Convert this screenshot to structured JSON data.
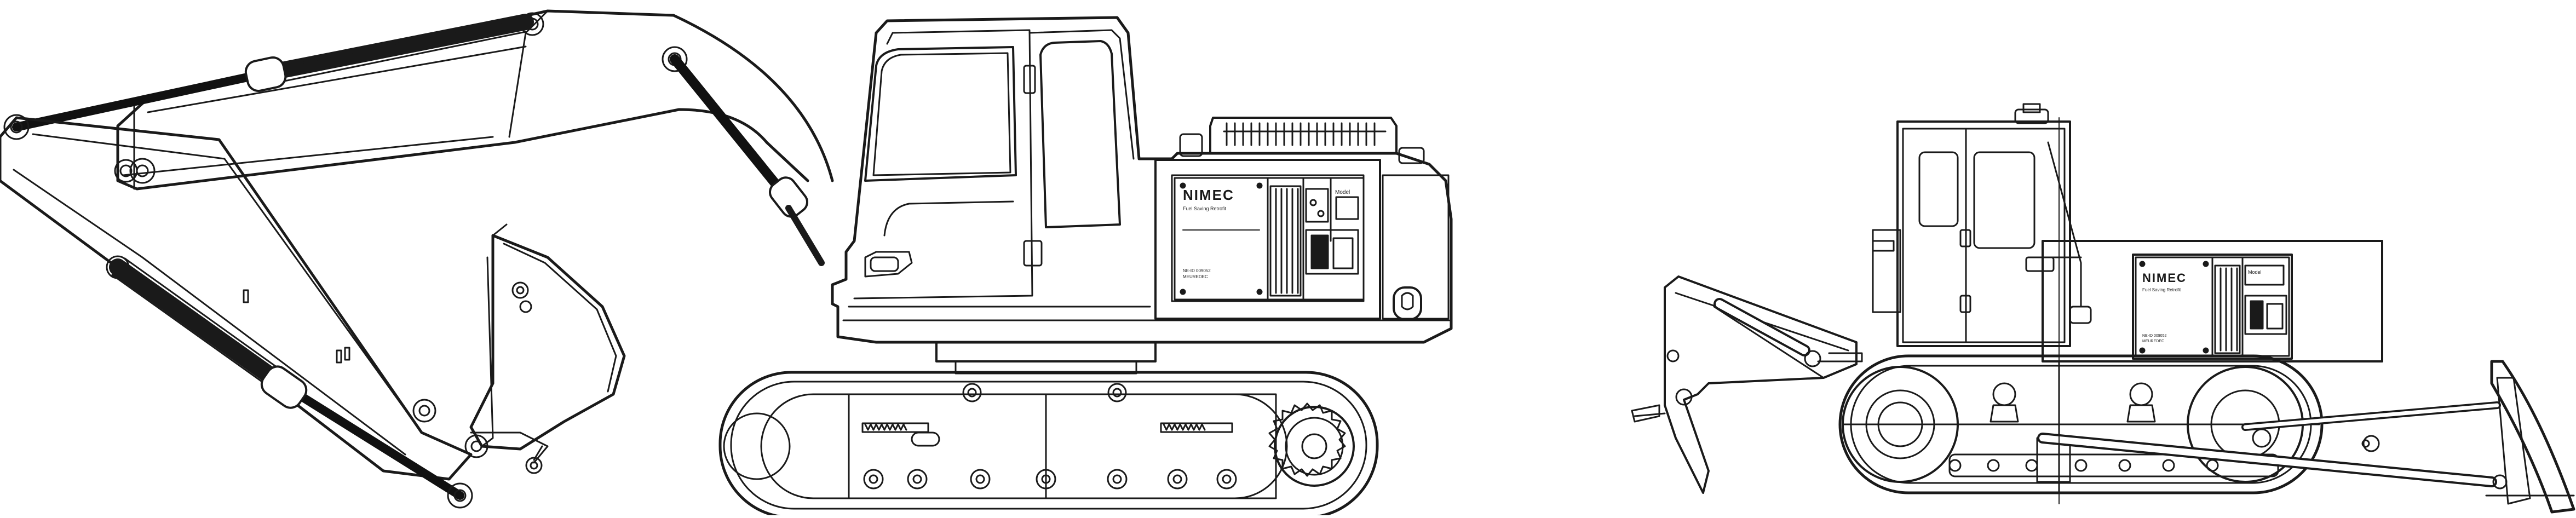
{
  "excavator": {
    "logo_text": "NIMEC",
    "sub_line": "Fuel Saving Retrofit",
    "side_label": "Model",
    "plate_line1": "NE-ID 009052",
    "plate_line2": "MEUREDEC"
  },
  "dozer": {
    "logo_text": "NIMEC",
    "sub_line": "Fuel Saving Retrofit",
    "side_label": "Model",
    "plate_line1": "NE-ID 009052",
    "plate_line2": "MEUREDEC"
  },
  "colors": {
    "line": "#1a1a1a",
    "background": "#ffffff",
    "hydraulic_rod": "#111111"
  }
}
